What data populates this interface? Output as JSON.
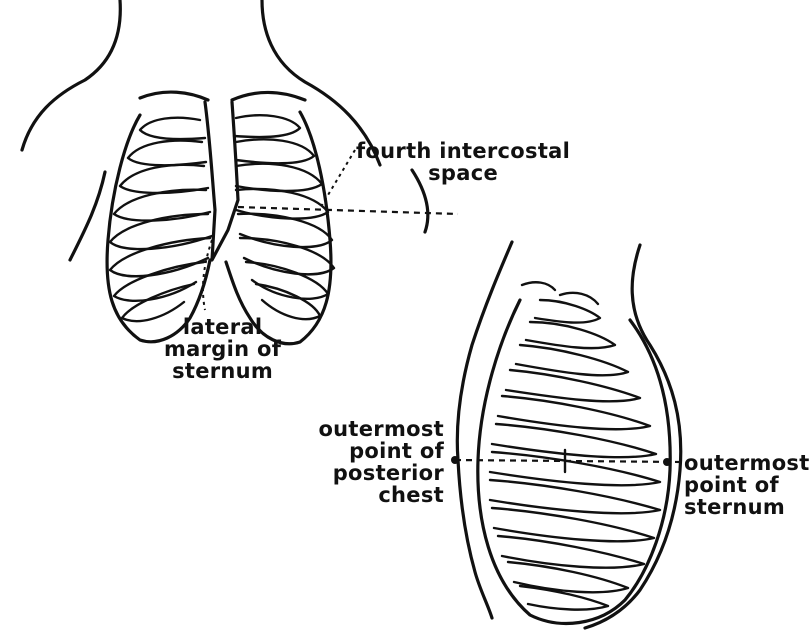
{
  "figure": {
    "frontal_view": {
      "labels": {
        "fourth_intercostal_space": [
          "fourth intercostal",
          "space"
        ],
        "lateral_margin_of_sternum": [
          "lateral",
          "margin of",
          "sternum"
        ]
      }
    },
    "lateral_view": {
      "labels": {
        "outermost_point_posterior_chest": [
          "outermost",
          "point of",
          "posterior",
          "chest"
        ],
        "outermost_point_sternum": [
          "outermost",
          "point of",
          "sternum"
        ]
      }
    }
  }
}
